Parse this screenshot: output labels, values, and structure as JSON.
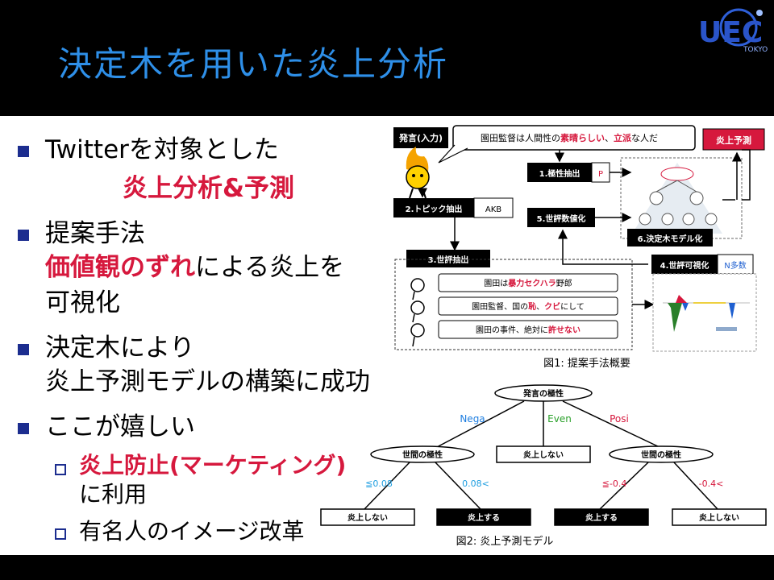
{
  "title": "決定木を用いた炎上分析",
  "logo": {
    "mark": "UEC",
    "sub": "TOKYO"
  },
  "bullets": {
    "b1_l1": "Twitterを対象とした",
    "b1_l2": "炎上分析&予測",
    "b2_l1": "提案手法",
    "b2_l2_red": "価値観のずれ",
    "b2_l2_rest": "による炎上を",
    "b2_l3": "可視化",
    "b3_l1": "決定木により",
    "b3_l2": "炎上予測モデルの構築に成功",
    "b4_l1": "ここが嬉しい",
    "s1_red": "炎上防止(マーケティング)",
    "s1_l2": "に利用",
    "s2": "有名人のイメージ改革"
  },
  "fig1": {
    "input_label": "発言(入力)",
    "input_text_a": "園田監督は人間性の",
    "input_text_b": "素晴らしい",
    "input_text_c": "、",
    "input_text_d": "立派",
    "input_text_e": "な人だ",
    "polarity_label": "1.極性抽出",
    "polarity_val": "P",
    "predict_label": "炎上予測",
    "topic_label": "2.トピック抽出",
    "topic_val": "AKB",
    "opinion_count_label": "5.世評数値化",
    "tree_label": "6.決定木モデル化",
    "opinion_extract_label": "3.世評抽出",
    "visualize_label": "4.世評可視化",
    "visualize_val": "N多数",
    "op1_a": "園田は",
    "op1_b": "暴力セクハラ",
    "op1_c": "野郎",
    "op2_a": "園田監督、国の",
    "op2_b": "恥",
    "op2_c": "、",
    "op2_d": "クビ",
    "op2_e": "にして",
    "op3_a": "園田の事件、絶対に",
    "op3_b": "許せない",
    "caption": "図1: 提案手法概要"
  },
  "fig2": {
    "root": "発言の極性",
    "edge_nega": "Nega",
    "edge_even": "Even",
    "edge_posi": "Posi",
    "left_node": "世間の極性",
    "mid_leaf": "炎上しない",
    "right_node": "世間の極性",
    "e_l1": "≦0.08",
    "e_l2": "0.08<",
    "e_r1": "≦-0.4",
    "e_r2": "-0.4<",
    "leaf1": "炎上しない",
    "leaf2": "炎上する",
    "leaf3": "炎上する",
    "leaf4": "炎上しない",
    "caption": "図2: 炎上予測モデル"
  },
  "colors": {
    "title_blue": "#2e8fe8",
    "accent_red": "#d6183d",
    "bullet_blue": "#1c2d8f",
    "edge_blue": "#1e7ee0",
    "edge_green": "#2aa02a",
    "edge_red": "#d6183d"
  }
}
